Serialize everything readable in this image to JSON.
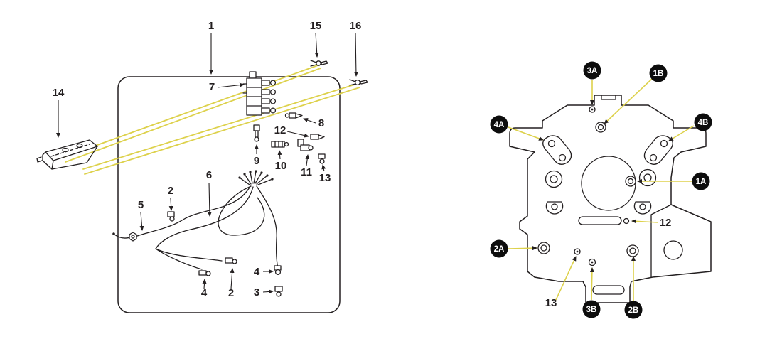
{
  "colors": {
    "page_background": "#ffffff",
    "line": "#231f20",
    "accent_yellow": "#ddd14b",
    "badge_bg": "#0d0d0d",
    "badge_text": "#ffffff"
  },
  "left_diagram": {
    "callouts": [
      {
        "label": "1"
      },
      {
        "label": "15"
      },
      {
        "label": "16"
      },
      {
        "label": "14"
      },
      {
        "label": "7"
      },
      {
        "label": "8"
      },
      {
        "label": "12"
      },
      {
        "label": "9"
      },
      {
        "label": "10"
      },
      {
        "label": "11"
      },
      {
        "label": "13"
      },
      {
        "label": "6"
      },
      {
        "label": "2"
      },
      {
        "label": "5"
      },
      {
        "label": "4"
      },
      {
        "label": "2"
      },
      {
        "label": "4"
      },
      {
        "label": "3"
      }
    ]
  },
  "right_diagram": {
    "badges": [
      {
        "label": "3A"
      },
      {
        "label": "1B"
      },
      {
        "label": "4A"
      },
      {
        "label": "4B"
      },
      {
        "label": "1A"
      },
      {
        "label": "2A"
      },
      {
        "label": "2B"
      },
      {
        "label": "3B"
      }
    ],
    "plain_labels": [
      {
        "label": "12"
      },
      {
        "label": "13"
      }
    ]
  }
}
